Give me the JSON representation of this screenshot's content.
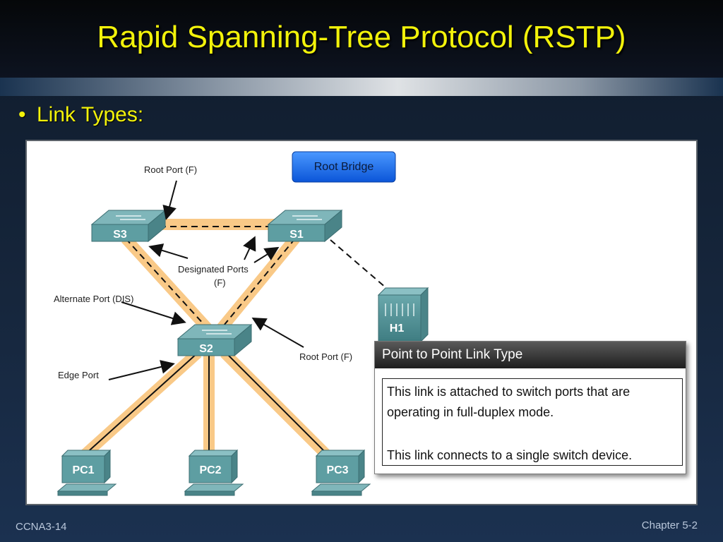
{
  "slide": {
    "title": "Rapid Spanning-Tree Protocol (RSTP)",
    "bullet": "Link Types:",
    "footer_left": "CCNA3-14",
    "footer_right": "Chapter 5-2"
  },
  "diagram": {
    "root_bridge_label": "Root Bridge",
    "switches": {
      "s1": "S1",
      "s2": "S2",
      "s3": "S3"
    },
    "hub": "H1",
    "pcs": {
      "pc1": "PC1",
      "pc2": "PC2",
      "pc3": "PC3"
    },
    "annotations": {
      "root_port_top": "Root Port (F)",
      "designated_ports_line1": "Designated Ports",
      "designated_ports_line2": "(F)",
      "alternate_port": "Alternate Port (DIS)",
      "root_port_s2": "Root Port (F)",
      "edge_port": "Edge Port"
    },
    "info_box": {
      "title": "Point to Point Link Type",
      "line1": "This link is attached to switch ports that are",
      "line2": "operating in full-duplex mode.",
      "line3": "This link connects to a single switch device."
    },
    "colors": {
      "link_highlight": "#f9c987",
      "switch_face": "#5e9ea2",
      "root_bridge_button": "#1a6bf0",
      "title_text": "#f2f20a"
    }
  }
}
